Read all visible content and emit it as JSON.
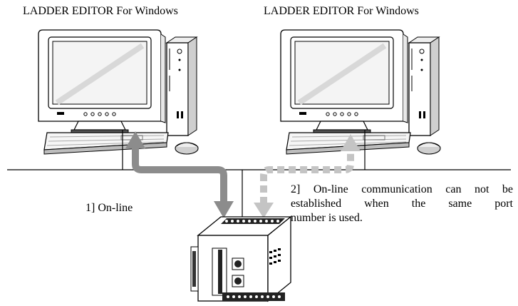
{
  "computers": [
    {
      "label": "LADDER EDITOR For Windows"
    },
    {
      "label": "LADDER EDITOR For Windows"
    }
  ],
  "connections": {
    "online_label": "1] On-line",
    "blocked_label_lines": [
      "2] On-line communication can not be",
      "established when the same port",
      "number is used."
    ]
  },
  "colors": {
    "online_arrow": "#8c8c8c",
    "blocked_arrow": "#c4c4c4",
    "line": "#000000"
  }
}
